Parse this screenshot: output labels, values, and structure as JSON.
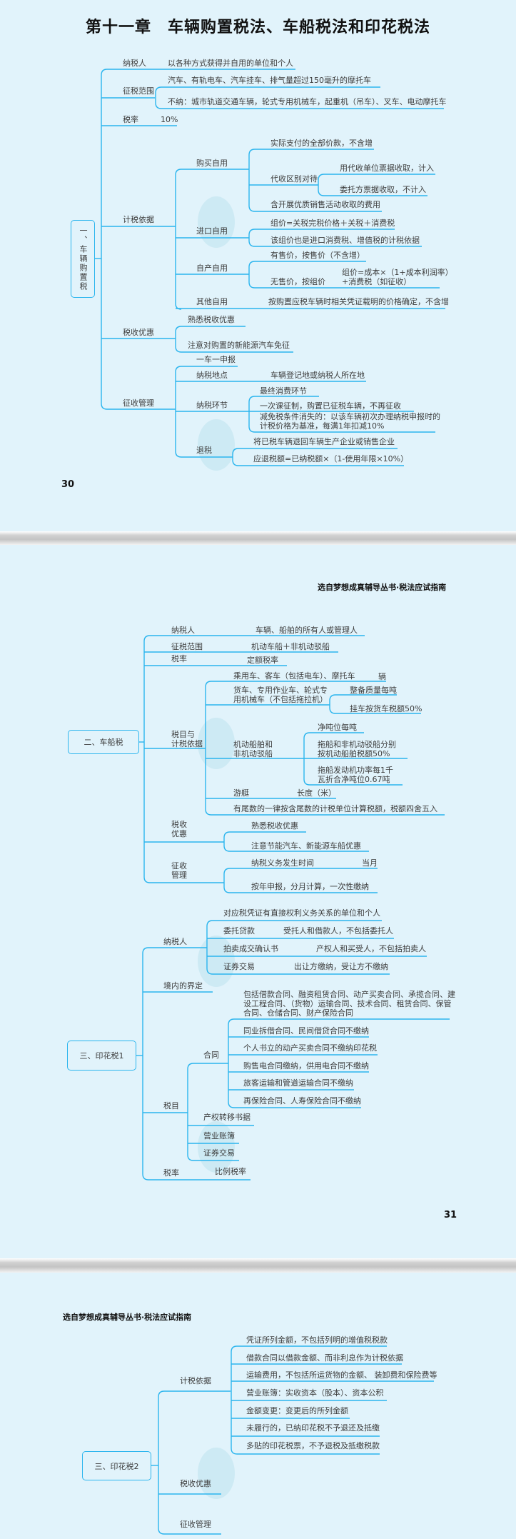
{
  "colors": {
    "line": "#2bb5ee",
    "background": "#e1f3fb",
    "text": "#3d3d3d"
  },
  "page1": {
    "title": "第十一章　车辆购置税法、车船税法和印花税法",
    "root": "一、车辆购置税",
    "page_number": "30",
    "nodes": [
      "纳税人",
      "以各种方式获得并自用的单位和个人",
      "征税范围",
      "汽车、有轨电车、汽车挂车、排气量超过150毫升的摩托车",
      "不纳：城市轨道交通车辆，轮式专用机械车，起重机（吊车）、叉车、电动摩托车",
      "税率",
      "10%",
      "计税依据",
      "购买自用",
      "实际支付的全部价款，不含增",
      "代收区别对待",
      "用代收单位票据收取，计入",
      "委托方票据收取，不计入",
      "含开展优质销售活动收取的费用",
      "进口自用",
      "组价=关税完税价格＋关税＋消费税",
      "该组价也是进口消费税、增值税的计税依据",
      "自产自用",
      "有售价，按售价（不含增）",
      "无售价，按组价",
      "组价=成本×（1+成本利润率）\n+消费税（如征收）",
      "其他自用",
      "按购置应税车辆时相关凭证载明的价格确定，不含增",
      "税收优惠",
      "熟悉税收优惠",
      "注意对购置的新能源汽车免征",
      "征收管理",
      "一车一申报",
      "纳税地点",
      "车辆登记地或纳税人所在地",
      "纳税环节",
      "最终消费环节",
      "一次课征制，购置已征税车辆，不再征收",
      "减免税条件消失的：以该车辆初次办理纳税申报时的\n计税价格为基准，每满1年扣减10%",
      "退税",
      "将已税车辆退回车辆生产企业或销售企业",
      "应退税额=已纳税额×（1-使用年限×10%）"
    ]
  },
  "page2": {
    "header": "选自梦想成真辅导丛书·税法应试指南",
    "page_number": "31",
    "vessel": {
      "root": "二、车船税",
      "nodes": [
        "纳税人",
        "车辆、船舶的所有人或管理人",
        "征税范围",
        "机动车船＋非机动驳船",
        "税率",
        "定额税率",
        "税目与\n计税依据",
        "乘用车、客车（包括电车）、摩托车",
        "辆",
        "货车、专用作业车、轮式专\n用机械车（不包括拖拉机）",
        "整备质量每吨",
        "挂车按货车税额50%",
        "机动船舶和\n非机动驳船",
        "净吨位每吨",
        "拖船和非机动驳船分别\n按机动船舶税额50%",
        "拖船发动机功率每1千\n瓦折合净吨位0.67吨",
        "游艇",
        "长度（米）",
        "有尾数的一律按含尾数的计税单位计算税额，税额四舍五入",
        "税收\n优惠",
        "熟悉税收优惠",
        "注意节能汽车、新能源车船优惠",
        "征收\n管理",
        "纳税义务发生时间",
        "当月",
        "按年申报，分月计算，一次性缴纳"
      ]
    },
    "stamp": {
      "root": "三、印花税1",
      "nodes": [
        "纳税人",
        "对应税凭证有直接权利义务关系的单位和个人",
        "委托贷款",
        "受托人和借款人，不包括委托人",
        "拍卖成交确认书",
        "产权人和买受人，不包括拍卖人",
        "证券交易",
        "出让方缴纳，受让方不缴纳",
        "境内的界定",
        "税目",
        "合同",
        "包括借款合同、融资租赁合同、动产买卖合同、承揽合同、建\n设工程合同、（货物）运输合同、技术合同、租赁合同、保管\n合同、仓储合同、财产保险合同",
        "同业拆借合同、民间借贷合同不缴纳",
        "个人书立的动产买卖合同不缴纳印花税",
        "购售电合同缴纳，供用电合同不缴纳",
        "旅客运输和管道运输合同不缴纳",
        "再保险合同、人寿保险合同不缴纳",
        "产权转移书据",
        "营业账簿",
        "证券交易",
        "税率",
        "比例税率"
      ]
    }
  },
  "page3": {
    "header": "选自梦想成真辅导丛书·税法应试指南",
    "root": "三、印花税2",
    "nodes": [
      "计税依据",
      "凭证所列金额，不包括列明的增值税税款",
      "借款合同以借款金额、而非利息作为计税依据",
      "运输费用，不包括所运货物的金额、 装卸费和保险费等",
      "营业账簿：实收资本（股本）、资本公积",
      "金额变更：变更后的所列金额",
      "未履行的，已纳印花税不予退还及抵缴",
      "多贴的印花税票，不予退税及抵缴税款",
      "税收优惠",
      "征收管理"
    ]
  }
}
